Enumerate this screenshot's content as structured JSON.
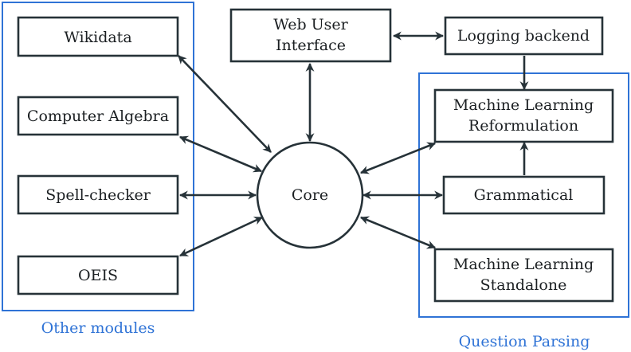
{
  "colors": {
    "node_stroke": "#263238",
    "group_stroke": "#2f73d6",
    "group_label": "#2f73d6",
    "arrow": "#263238"
  },
  "groups": {
    "other_modules": {
      "label": "Other modules"
    },
    "question_parsing": {
      "label": "Question Parsing"
    }
  },
  "nodes": {
    "wikidata": {
      "lines": [
        "Wikidata"
      ]
    },
    "computer_algebra": {
      "lines": [
        "Computer Algebra"
      ]
    },
    "spell_checker": {
      "lines": [
        "Spell-checker"
      ]
    },
    "oeis": {
      "lines": [
        "OEIS"
      ]
    },
    "web_ui": {
      "lines": [
        "Web User",
        "Interface"
      ]
    },
    "logging": {
      "lines": [
        "Logging backend"
      ]
    },
    "core": {
      "lines": [
        "Core"
      ]
    },
    "ml_reformulation": {
      "lines": [
        "Machine Learning",
        "Reformulation"
      ]
    },
    "grammatical": {
      "lines": [
        "Grammatical"
      ]
    },
    "ml_standalone": {
      "lines": [
        "Machine Learning",
        "Standalone"
      ]
    }
  },
  "edges": [
    {
      "from": "core",
      "to": "wikidata",
      "direction": "both"
    },
    {
      "from": "core",
      "to": "computer_algebra",
      "direction": "both"
    },
    {
      "from": "core",
      "to": "spell_checker",
      "direction": "both"
    },
    {
      "from": "core",
      "to": "oeis",
      "direction": "both"
    },
    {
      "from": "core",
      "to": "web_ui",
      "direction": "both"
    },
    {
      "from": "web_ui",
      "to": "logging",
      "direction": "both"
    },
    {
      "from": "logging",
      "to": "ml_reformulation",
      "direction": "forward"
    },
    {
      "from": "grammatical",
      "to": "ml_reformulation",
      "direction": "forward"
    },
    {
      "from": "core",
      "to": "ml_reformulation",
      "direction": "both"
    },
    {
      "from": "core",
      "to": "grammatical",
      "direction": "both"
    },
    {
      "from": "core",
      "to": "ml_standalone",
      "direction": "both"
    }
  ]
}
